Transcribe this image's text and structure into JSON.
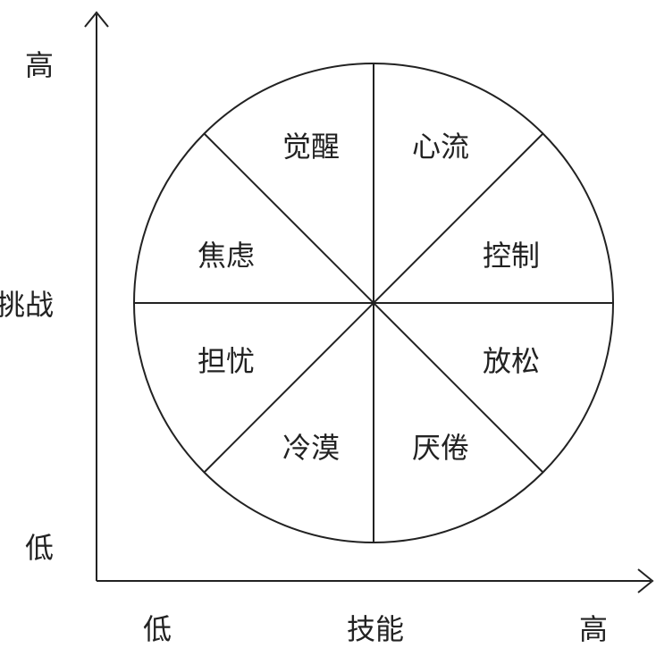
{
  "y_axis": {
    "title": "挑战",
    "high": "高",
    "low": "低"
  },
  "x_axis": {
    "title": "技能",
    "low": "低",
    "high": "高"
  },
  "sectors": {
    "s0": "心流",
    "s1": "控制",
    "s2": "放松",
    "s3": "厌倦",
    "s4": "冷漠",
    "s5": "担忧",
    "s6": "焦虑",
    "s7": "觉醒"
  },
  "colors": {
    "line": "#222222",
    "background": "#ffffff"
  }
}
